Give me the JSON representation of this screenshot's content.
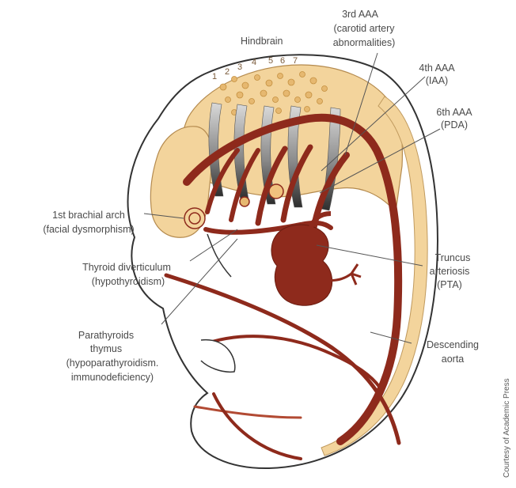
{
  "diagram": {
    "hindbrain": "Hindbrain",
    "pouch_numbers": [
      "1",
      "2",
      "3",
      "4",
      "5",
      "6",
      "7"
    ],
    "labels": {
      "aaa3_line1": "3rd AAA",
      "aaa3_line2": "(carotid artery",
      "aaa3_line3": "abnormalities)",
      "aaa4_line1": "4th AAA",
      "aaa4_line2": "(IAA)",
      "aaa6_line1": "6th AAA",
      "aaa6_line2": "(PDA)",
      "arch1_line1": "1st brachial arch",
      "arch1_line2": "(facial dysmorphism)",
      "thyroid_line1": "Thyroid diverticulum",
      "thyroid_line2": "(hypothyroidism)",
      "parathyroid_line1": "Parathyroids",
      "parathyroid_line2": "thymus",
      "parathyroid_line3": "(hypoparathyroidism.",
      "parathyroid_line4": "immunodeficiency)",
      "truncus_line1": "Truncus",
      "truncus_line2": "arteriosis",
      "truncus_line3": "(PTA)",
      "descending_line1": "Descending",
      "descending_line2": "aorta"
    },
    "credit": "Courtesy of Academic Press",
    "colors": {
      "tissue": "#f3d49c",
      "tissue_dark": "#e6b870",
      "artery": "#8e2a1c",
      "artery_light": "#b24a33",
      "outline": "#3a3a3a",
      "leader": "#555555"
    }
  }
}
